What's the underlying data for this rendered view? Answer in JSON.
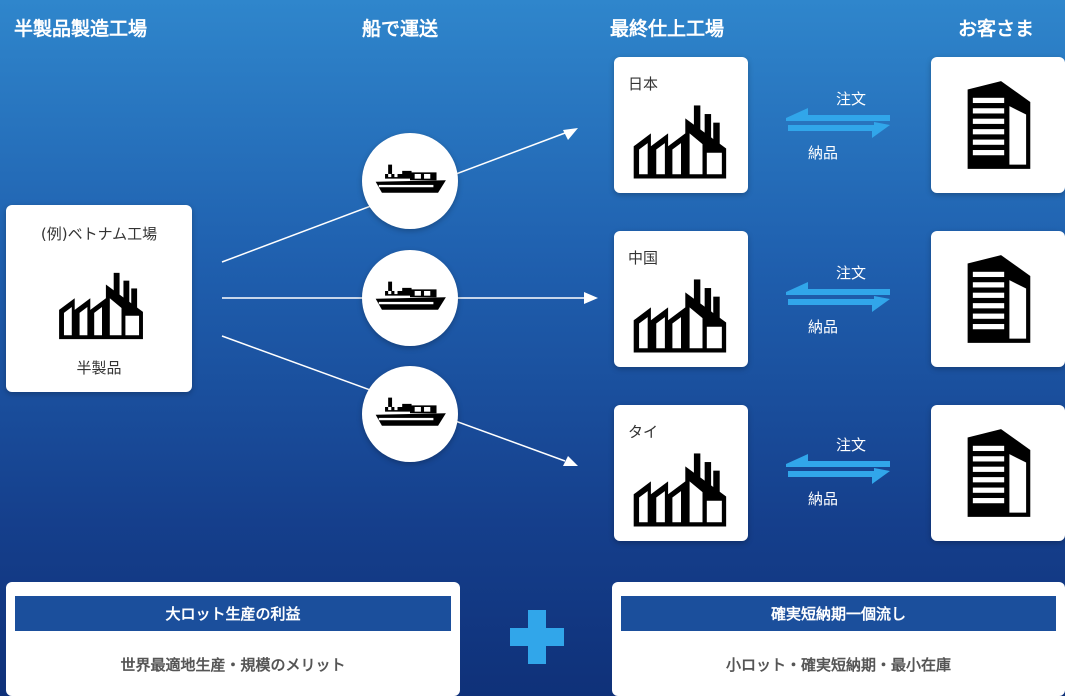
{
  "headers": {
    "semi_factory": "半製品製造工場",
    "shipping": "船で運送",
    "final_factory": "最終仕上工場",
    "customers": "お客さま"
  },
  "source": {
    "title": "(例)ベトナム工場",
    "product": "半製品",
    "icon": "factory-icon"
  },
  "destinations": [
    {
      "label": "日本"
    },
    {
      "label": "中国"
    },
    {
      "label": "タイ"
    }
  ],
  "arrows": {
    "order": "注文",
    "delivery": "納品",
    "color": "#31a6ea"
  },
  "bottom": {
    "left": {
      "heading": "大ロット生産の利益",
      "text": "世界最適地生産・規模のメリット"
    },
    "right": {
      "heading": "確実短納期一個流し",
      "text": "小ロット・確実短納期・最小在庫"
    }
  },
  "colors": {
    "heading_bar": "#1b4f9c",
    "accent": "#31a6ea"
  }
}
